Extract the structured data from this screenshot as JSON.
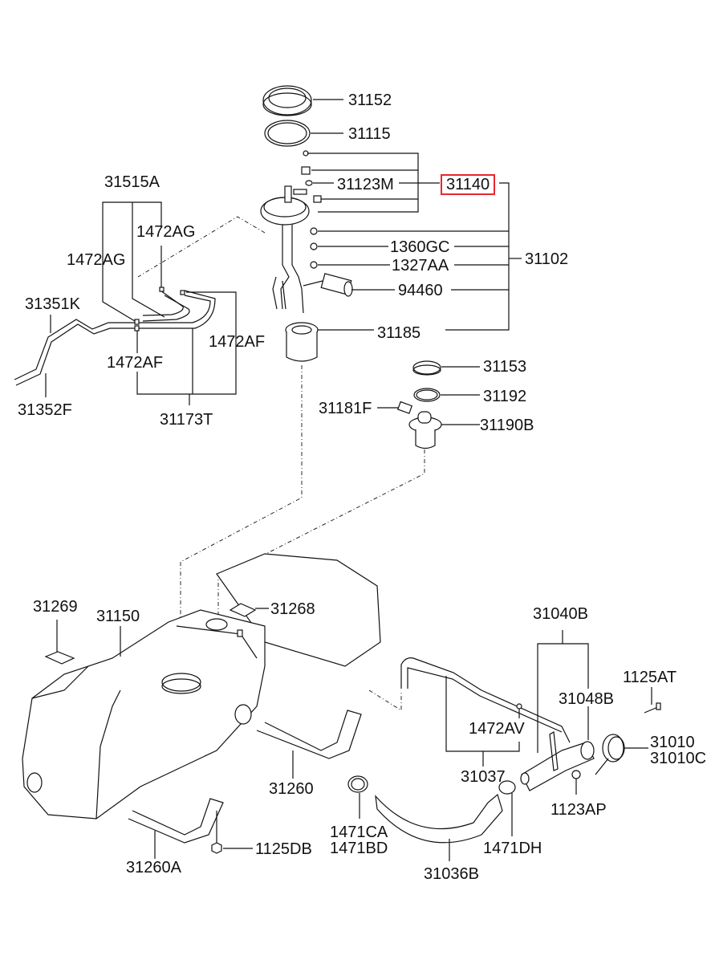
{
  "diagram": {
    "title": "Fuel tank system exploded parts diagram",
    "highlight_color": "#e8262e",
    "highlighted_part": "31140",
    "labels": {
      "p31152": "31152",
      "p31115": "31115",
      "p31123M": "31123M",
      "p31140": "31140",
      "p1360GC": "1360GC",
      "p1327AA": "1327AA",
      "p31102": "31102",
      "p94460": "94460",
      "p31185": "31185",
      "p31515A": "31515A",
      "p1472AG_a": "1472AG",
      "p1472AG_b": "1472AG",
      "p31351K": "31351K",
      "p1472AF_a": "1472AF",
      "p1472AF_b": "1472AF",
      "p31352F": "31352F",
      "p31173T": "31173T",
      "p31153": "31153",
      "p31192": "31192",
      "p31181F": "31181F",
      "p31190B": "31190B",
      "p31269": "31269",
      "p31150": "31150",
      "p31268": "31268",
      "p31260": "31260",
      "p31260A": "31260A",
      "p1125DB": "1125DB",
      "p1471CA": "1471CA",
      "p1471BD": "1471BD",
      "p31040B": "31040B",
      "p31048B": "31048B",
      "p1125AT": "1125AT",
      "p1472AV": "1472AV",
      "p31037": "31037",
      "p31010": "31010",
      "p31010C": "31010C",
      "p1123AP": "1123AP",
      "p1471DH": "1471DH",
      "p31036B": "31036B"
    }
  }
}
